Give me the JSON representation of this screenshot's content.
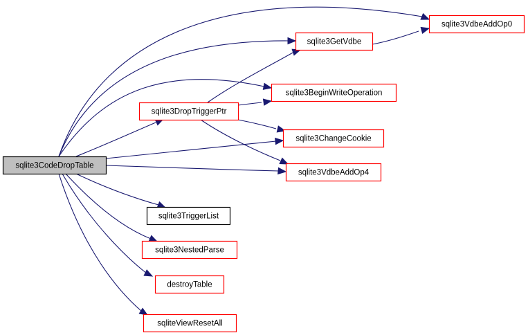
{
  "diagram": {
    "type": "call-graph",
    "colors": {
      "edge": "#191970",
      "root_fill": "#bfbfbf",
      "root_border": "#000000",
      "documented_border": "#ff0000",
      "undocumented_border": "#000000",
      "node_fill": "#ffffff"
    },
    "nodes": [
      {
        "id": "root",
        "label": "sqlite3CodeDropTable",
        "kind": "root"
      },
      {
        "id": "addop0",
        "label": "sqlite3VdbeAddOp0",
        "kind": "linked"
      },
      {
        "id": "getvdbe",
        "label": "sqlite3GetVdbe",
        "kind": "linked"
      },
      {
        "id": "beginwrite",
        "label": "sqlite3BeginWriteOperation",
        "kind": "linked"
      },
      {
        "id": "droptrigger",
        "label": "sqlite3DropTriggerPtr",
        "kind": "linked"
      },
      {
        "id": "changecookie",
        "label": "sqlite3ChangeCookie",
        "kind": "linked"
      },
      {
        "id": "addop4",
        "label": "sqlite3VdbeAddOp4",
        "kind": "linked"
      },
      {
        "id": "triggerlist",
        "label": "sqlite3TriggerList",
        "kind": "plain"
      },
      {
        "id": "nestedparse",
        "label": "sqlite3NestedParse",
        "kind": "linked"
      },
      {
        "id": "destroytable",
        "label": "destroyTable",
        "kind": "linked"
      },
      {
        "id": "viewresetall",
        "label": "sqliteViewResetAll",
        "kind": "linked"
      }
    ],
    "edges": [
      {
        "from": "root",
        "to": "addop0"
      },
      {
        "from": "root",
        "to": "getvdbe"
      },
      {
        "from": "root",
        "to": "beginwrite"
      },
      {
        "from": "root",
        "to": "droptrigger"
      },
      {
        "from": "root",
        "to": "changecookie"
      },
      {
        "from": "root",
        "to": "addop4"
      },
      {
        "from": "root",
        "to": "triggerlist"
      },
      {
        "from": "root",
        "to": "nestedparse"
      },
      {
        "from": "root",
        "to": "destroytable"
      },
      {
        "from": "root",
        "to": "viewresetall"
      },
      {
        "from": "getvdbe",
        "to": "addop0"
      },
      {
        "from": "droptrigger",
        "to": "getvdbe"
      },
      {
        "from": "droptrigger",
        "to": "beginwrite"
      },
      {
        "from": "droptrigger",
        "to": "changecookie"
      },
      {
        "from": "droptrigger",
        "to": "addop4"
      }
    ]
  }
}
